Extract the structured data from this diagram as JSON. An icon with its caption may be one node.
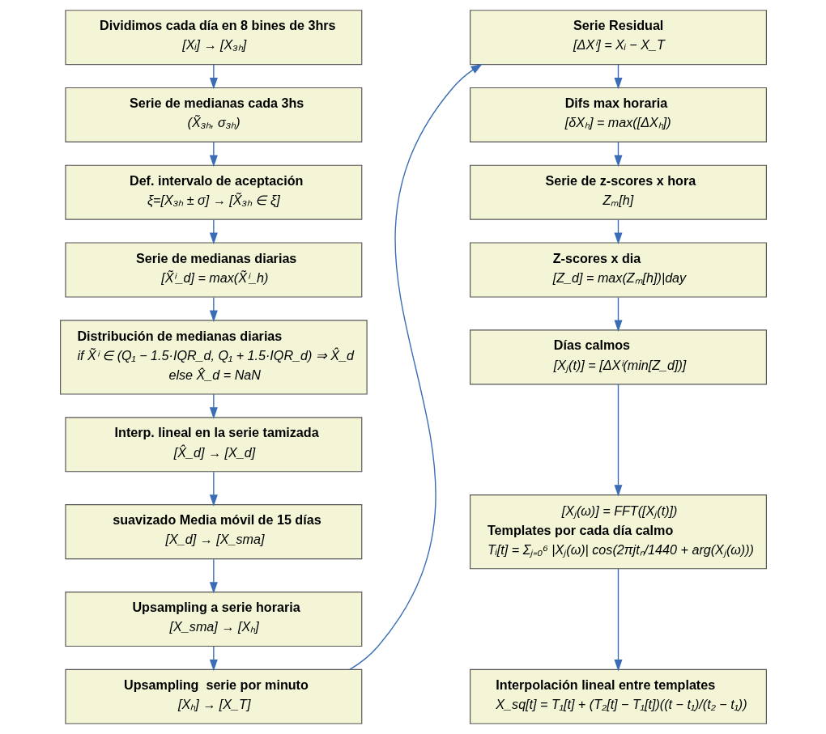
{
  "diagram": {
    "nodes": [
      {
        "text": [
          "Dividimos cada día en 8 bines de 3hrs",
          "[Xᵢ] → [X₃ₕ]"
        ]
      },
      {
        "text": [
          "Serie de medianas cada 3hs",
          "(X̃₃ₕ, σ₃ₕ)"
        ]
      },
      {
        "text": [
          "Def. intervalo de aceptación",
          "ξ=[X₃ₕ ± σ] → [X̃₃ₕ ∈ ξ]"
        ]
      },
      {
        "text": [
          "Serie de medianas diarias",
          "[X̃ⁱ_d] = max(X̃ⁱ_h)"
        ]
      },
      {
        "text": [
          "Distribución de medianas diarias",
          "if X̃ⁱ ∈ (Q₁ − 1.5·IQR_d, Q₁ + 1.5·IQR_d) ⇒ X̂_d",
          "else X̂_d = NaN"
        ]
      },
      {
        "text": [
          "Interp. lineal en la serie tamizada",
          "[X̂_d] → [X_d]"
        ]
      },
      {
        "text": [
          "suavizado Media móvil de 15 días",
          "[X_d] → [X_sma]"
        ]
      },
      {
        "text": [
          "Upsampling a serie horaria",
          "[X_sma] → [Xₕ]"
        ]
      },
      {
        "text": [
          "Upsampling  serie por minuto",
          "[Xₕ] → [X_T]"
        ]
      },
      {
        "text": [
          "Serie Residual",
          "[ΔXⁱ] = Xᵢ − X_T"
        ]
      },
      {
        "text": [
          "Difs max horaria",
          "[δXₕ] = max([ΔXₕ])"
        ]
      },
      {
        "text": [
          "Serie de z-scores x hora",
          "Zₘ[h]"
        ]
      },
      {
        "text": [
          "Z-scores x dia",
          "[Z_d] = max(Zₘ[h])|day"
        ]
      },
      {
        "text": [
          "Días calmos",
          "[Xⱼ(t)] = [ΔXⁱ(min[Z_d])]"
        ]
      },
      {
        "text": [
          "[Xⱼ(ω)] = FFT([Xⱼ(t)])",
          "Templates por cada día calmo",
          "Tᵢ[t] = Σⱼ₌₀⁶ |Xⱼ(ω)| cos(2πjtₙ/1440 + arg(Xⱼ(ω)))"
        ]
      },
      {
        "text": [
          "Interpolación lineal entre templates",
          "X_sq[t] = T₁[t] + (T₂[t] − T₁[t])((t − t₁)/(t₂ − t₁))"
        ]
      }
    ],
    "edges": [
      {
        "from": 0,
        "to": 1,
        "arrow": "to"
      },
      {
        "from": 1,
        "to": 2,
        "arrow": "to"
      },
      {
        "from": 2,
        "to": 3,
        "arrow": "to"
      },
      {
        "from": 3,
        "to": 4,
        "arrow": "to"
      },
      {
        "from": 4,
        "to": 5,
        "arrow": "to"
      },
      {
        "from": 5,
        "to": 6,
        "arrow": "to"
      },
      {
        "from": 6,
        "to": 7,
        "arrow": "to"
      },
      {
        "from": 7,
        "to": 8,
        "arrow": "to"
      },
      {
        "from": 8,
        "to": 9,
        "arrow": "to"
      },
      {
        "from": 9,
        "to": 10,
        "arrow": "to"
      },
      {
        "from": 10,
        "to": 11,
        "arrow": "to"
      },
      {
        "from": 11,
        "to": 12,
        "arrow": "to"
      },
      {
        "from": 12,
        "to": 13,
        "arrow": "to"
      },
      {
        "from": 13,
        "to": 14,
        "arrow": "to"
      },
      {
        "from": 14,
        "to": 15,
        "arrow": "to"
      }
    ]
  }
}
